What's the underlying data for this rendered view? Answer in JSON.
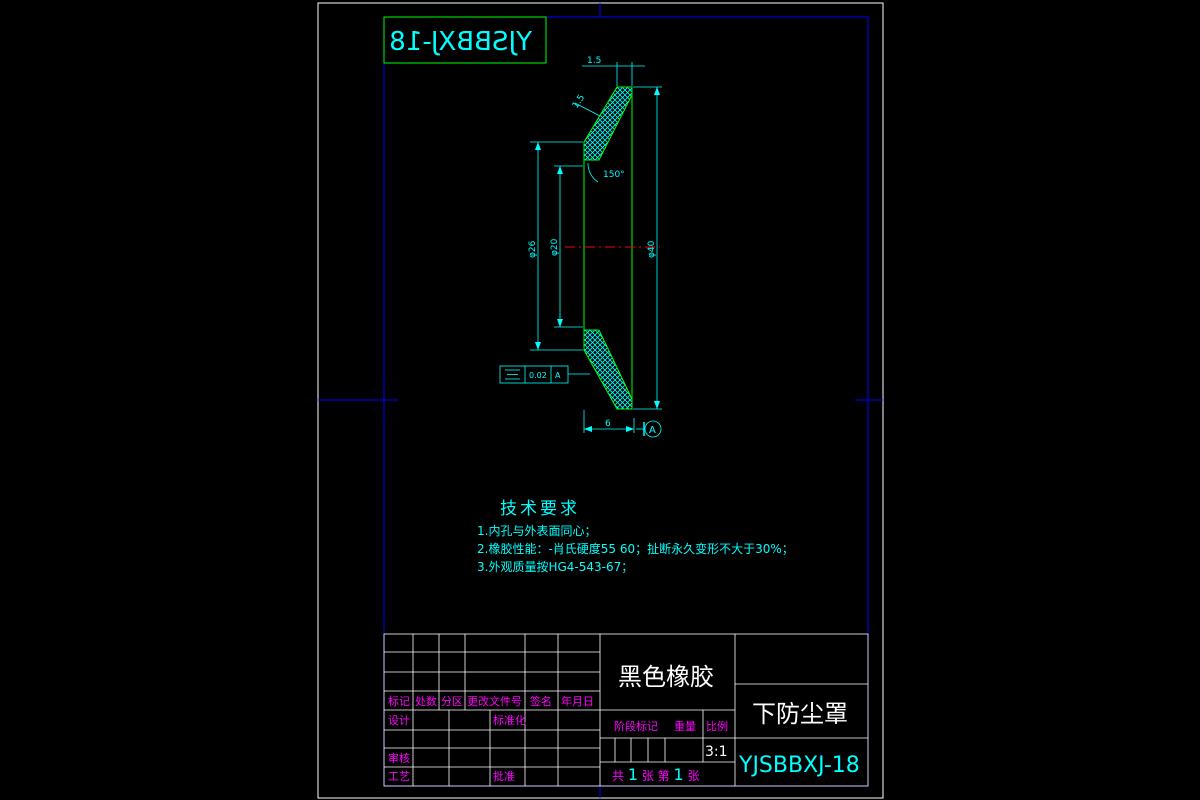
{
  "drawing": {
    "mirrored_code": "YJSBBXJ-18",
    "material": "黑色橡胶",
    "part_name": "下防尘罩",
    "drawing_code": "YJSBBXJ-18",
    "scale": "3:1",
    "sheets": {
      "total_prefix": "共",
      "total": "1",
      "sheet_mid": "张 第",
      "sheet": "1",
      "sheet_suffix": "张"
    }
  },
  "dimensions": {
    "thickness_top": "1.5",
    "thickness_slant": "1.5",
    "angle": "150°",
    "dia_outer": "φ40",
    "dia_mid": "φ26",
    "dia_inner": "φ20",
    "width_bottom": "6",
    "tolerance_value": "0.02",
    "datum": "A",
    "datum_marker": "A"
  },
  "tech_requirements": {
    "title": "技术要求",
    "items": [
      "1.内孔与外表面同心；",
      "2.橡胶性能：-肖氏硬度55 60；扯断永久变形不大于30%；",
      "3.外观质量按HG4-543-67；"
    ]
  },
  "title_block": {
    "labels": {
      "mark": "标记",
      "count": "处数",
      "zone": "分区",
      "change_doc": "更改文件号",
      "signature": "签名",
      "date": "年月日",
      "design": "设计",
      "standardize": "标准化",
      "review": "审核",
      "process": "工艺",
      "approve": "批准",
      "stage_mark": "阶段标记",
      "weight": "重量",
      "ratio": "比例"
    }
  },
  "colors": {
    "background": "#000000",
    "border": "#0000ff",
    "part_outline": "#00ff00",
    "dimension": "#00ffff",
    "centerline": "#ff0000",
    "label_text": "#ff00ff",
    "table_lines": "#ffffff"
  }
}
